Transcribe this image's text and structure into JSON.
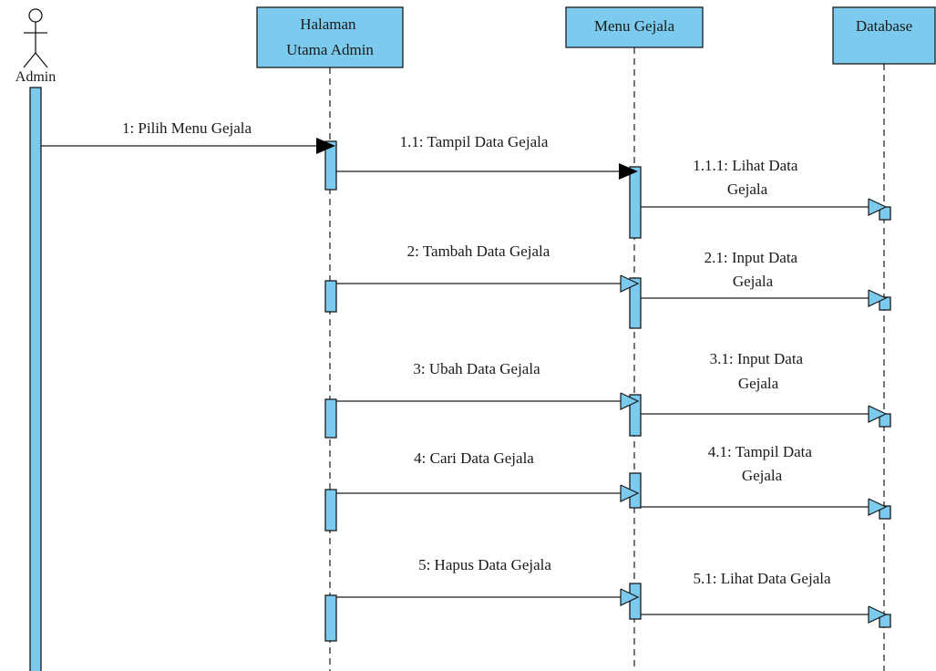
{
  "colors": {
    "fill": "#7ccaee",
    "stroke": "#1a1a1a",
    "background": "#ffffff"
  },
  "actor": {
    "label": "Admin",
    "icon": "stick-figure-icon"
  },
  "lifelines": [
    {
      "id": "halaman",
      "label_lines": [
        "Halaman",
        "Utama Admin"
      ]
    },
    {
      "id": "menu",
      "label_lines": [
        "Menu Gejala"
      ]
    },
    {
      "id": "database",
      "label_lines": [
        "Database"
      ]
    }
  ],
  "messages": [
    {
      "id": "m1",
      "from": "actor",
      "to": "halaman",
      "arrow": "filled",
      "label_lines": [
        "1: Pilih Menu Gejala"
      ]
    },
    {
      "id": "m1_1",
      "from": "halaman",
      "to": "menu",
      "arrow": "filled",
      "label_lines": [
        "1.1: Tampil Data Gejala"
      ]
    },
    {
      "id": "m1_1_1",
      "from": "menu",
      "to": "database",
      "arrow": "open",
      "label_lines": [
        "1.1.1: Lihat Data",
        "Gejala"
      ]
    },
    {
      "id": "m2",
      "from": "halaman",
      "to": "menu",
      "arrow": "open",
      "label_lines": [
        "2: Tambah Data Gejala"
      ]
    },
    {
      "id": "m2_1",
      "from": "menu",
      "to": "database",
      "arrow": "open",
      "label_lines": [
        "2.1: Input Data",
        "Gejala"
      ]
    },
    {
      "id": "m3",
      "from": "halaman",
      "to": "menu",
      "arrow": "open",
      "label_lines": [
        "3: Ubah Data Gejala"
      ]
    },
    {
      "id": "m3_1",
      "from": "menu",
      "to": "database",
      "arrow": "open",
      "label_lines": [
        "3.1: Input Data",
        "Gejala"
      ]
    },
    {
      "id": "m4",
      "from": "halaman",
      "to": "menu",
      "arrow": "open",
      "label_lines": [
        "4: Cari Data Gejala"
      ]
    },
    {
      "id": "m4_1",
      "from": "menu",
      "to": "database",
      "arrow": "open",
      "label_lines": [
        "4.1: Tampil Data",
        "Gejala"
      ]
    },
    {
      "id": "m5",
      "from": "halaman",
      "to": "menu",
      "arrow": "open",
      "label_lines": [
        "5: Hapus Data Gejala"
      ]
    },
    {
      "id": "m5_1",
      "from": "menu",
      "to": "database",
      "arrow": "open",
      "label_lines": [
        "5.1: Lihat Data Gejala"
      ]
    }
  ]
}
